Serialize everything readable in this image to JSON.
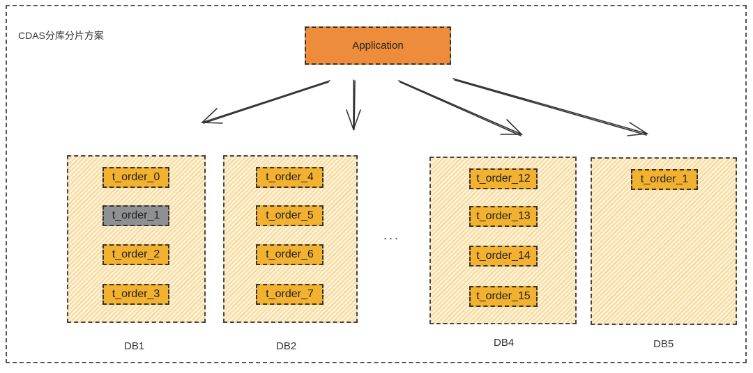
{
  "title": "CDAS分库分片方案",
  "application": {
    "label": "Application"
  },
  "ellipsis": "...",
  "colors": {
    "app_fill": "#ed8c3b",
    "table_fill": "#f2b12e",
    "table_highlight_fill": "#8f9093",
    "db_stripe_light": "#fdf1d2",
    "db_stripe_dark": "#f6d59a"
  },
  "databases": [
    {
      "label": "DB1",
      "tables": [
        {
          "name": "t_order_0",
          "highlight": false
        },
        {
          "name": "t_order_1",
          "highlight": true
        },
        {
          "name": "t_order_2",
          "highlight": false
        },
        {
          "name": "t_order_3",
          "highlight": false
        }
      ]
    },
    {
      "label": "DB2",
      "tables": [
        {
          "name": "t_order_4",
          "highlight": false
        },
        {
          "name": "t_order_5",
          "highlight": false
        },
        {
          "name": "t_order_6",
          "highlight": false
        },
        {
          "name": "t_order_7",
          "highlight": false
        }
      ]
    },
    {
      "label": "DB4",
      "tables": [
        {
          "name": "t_order_12",
          "highlight": false
        },
        {
          "name": "t_order_13",
          "highlight": false
        },
        {
          "name": "t_order_14",
          "highlight": false
        },
        {
          "name": "t_order_15",
          "highlight": false
        }
      ]
    },
    {
      "label": "DB5",
      "tables": [
        {
          "name": "t_order_1",
          "highlight": false
        }
      ]
    }
  ]
}
